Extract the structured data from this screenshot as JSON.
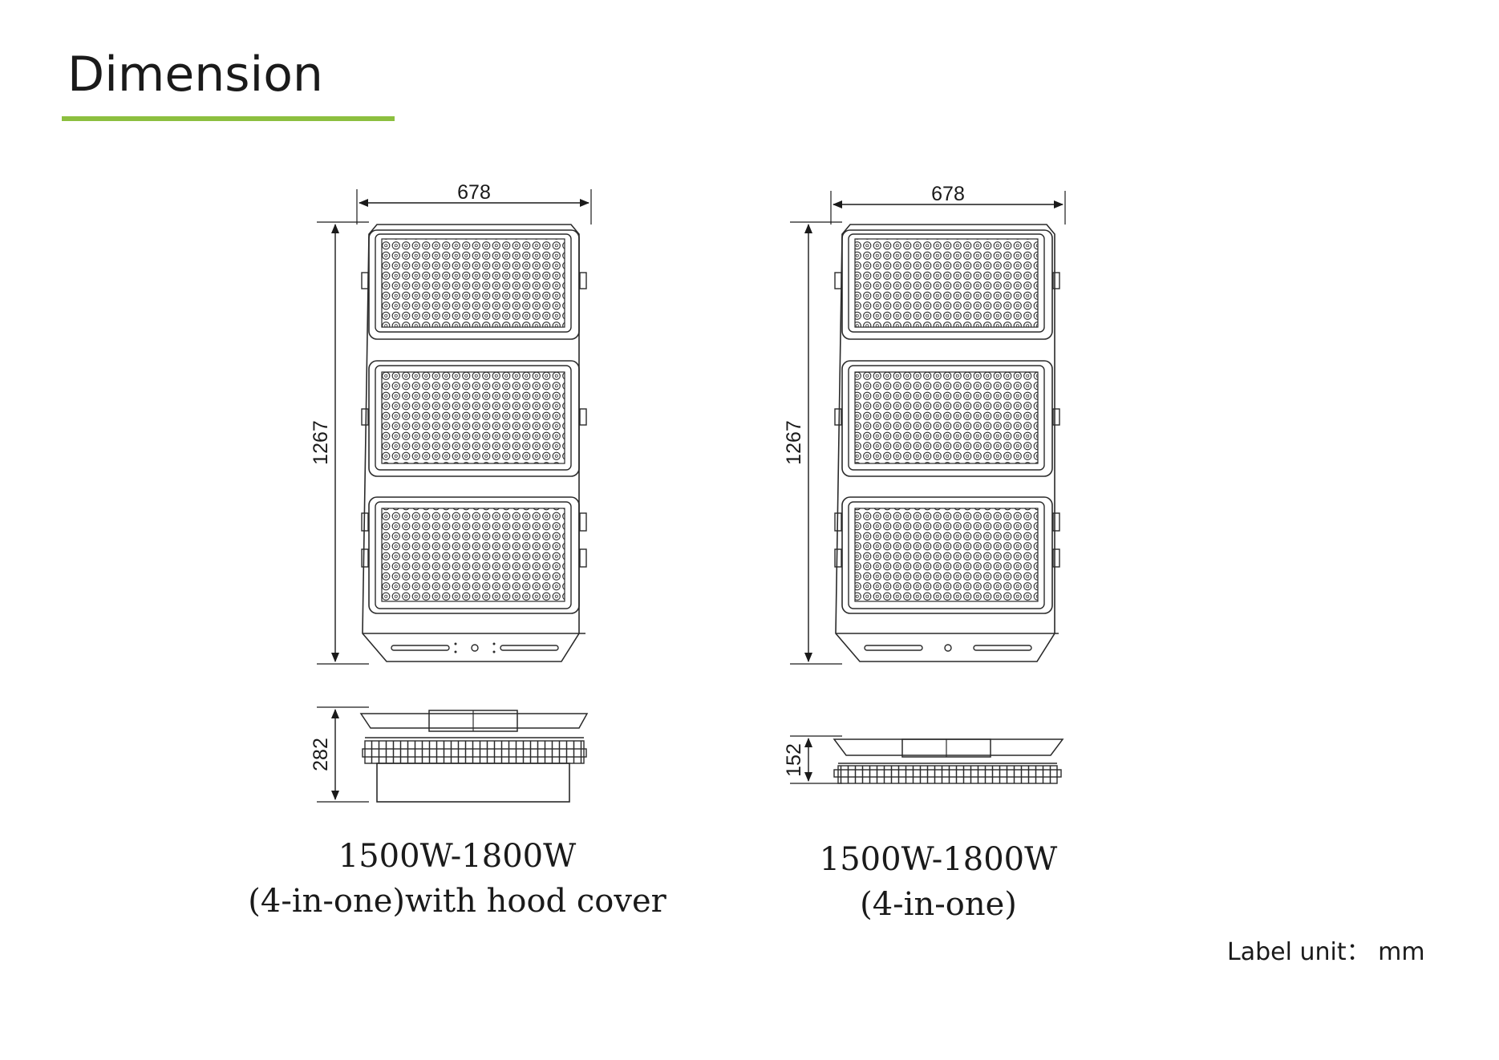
{
  "title": "Dimension",
  "colors": {
    "accent": "#8cbf3f",
    "line": "#2a2a2a"
  },
  "views": [
    {
      "id": "with-hood",
      "width_label": "678",
      "height_label": "1267",
      "side_height_label": "282",
      "caption_line1": "1500W-1800W",
      "caption_line2": "(4-in-one)with hood cover"
    },
    {
      "id": "no-hood",
      "width_label": "678",
      "height_label": "1267",
      "side_height_label": "152",
      "caption_line1": "1500W-1800W",
      "caption_line2": "(4-in-one)"
    }
  ],
  "unit_label": "Label unit： mm"
}
